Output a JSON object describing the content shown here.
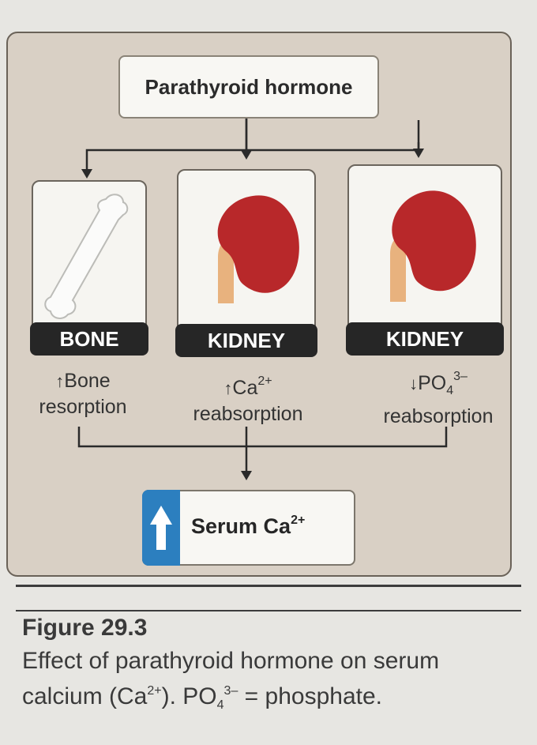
{
  "diagram": {
    "hormone": "Parathyroid hormone",
    "organs": [
      {
        "label": "BONE",
        "effect_arrow": "↑",
        "effect_main": "Bone",
        "effect_line2": "resorption"
      },
      {
        "label": "KIDNEY",
        "effect_arrow": "↑",
        "effect_main": "Ca",
        "effect_sup": "2+",
        "effect_line2": "reabsorption"
      },
      {
        "label": "KIDNEY",
        "effect_arrow": "↓",
        "effect_main": "PO",
        "effect_sub": "4",
        "effect_sup": "3–",
        "effect_line2": "reabsorption"
      }
    ],
    "result": {
      "arrow": "↑",
      "text": "Serum Ca",
      "sup": "2+"
    }
  },
  "caption": {
    "figure_number": "Figure 29.3",
    "text_part1": "Effect of parathyroid hormone on serum calcium (Ca",
    "text_sup1": "2+",
    "text_part2": "). PO",
    "text_sub": "4",
    "text_sup2": "3–",
    "text_part3": " = phosphate."
  },
  "colors": {
    "panel_bg": "#d9d0c5",
    "label_bg": "#262626",
    "kidney": "#b8282a",
    "ureter": "#e8b27e",
    "up_arrow": "#2c7fbf"
  },
  "icons": [
    "bone-icon",
    "kidney-icon",
    "kidney-icon",
    "up-arrow-icon"
  ]
}
